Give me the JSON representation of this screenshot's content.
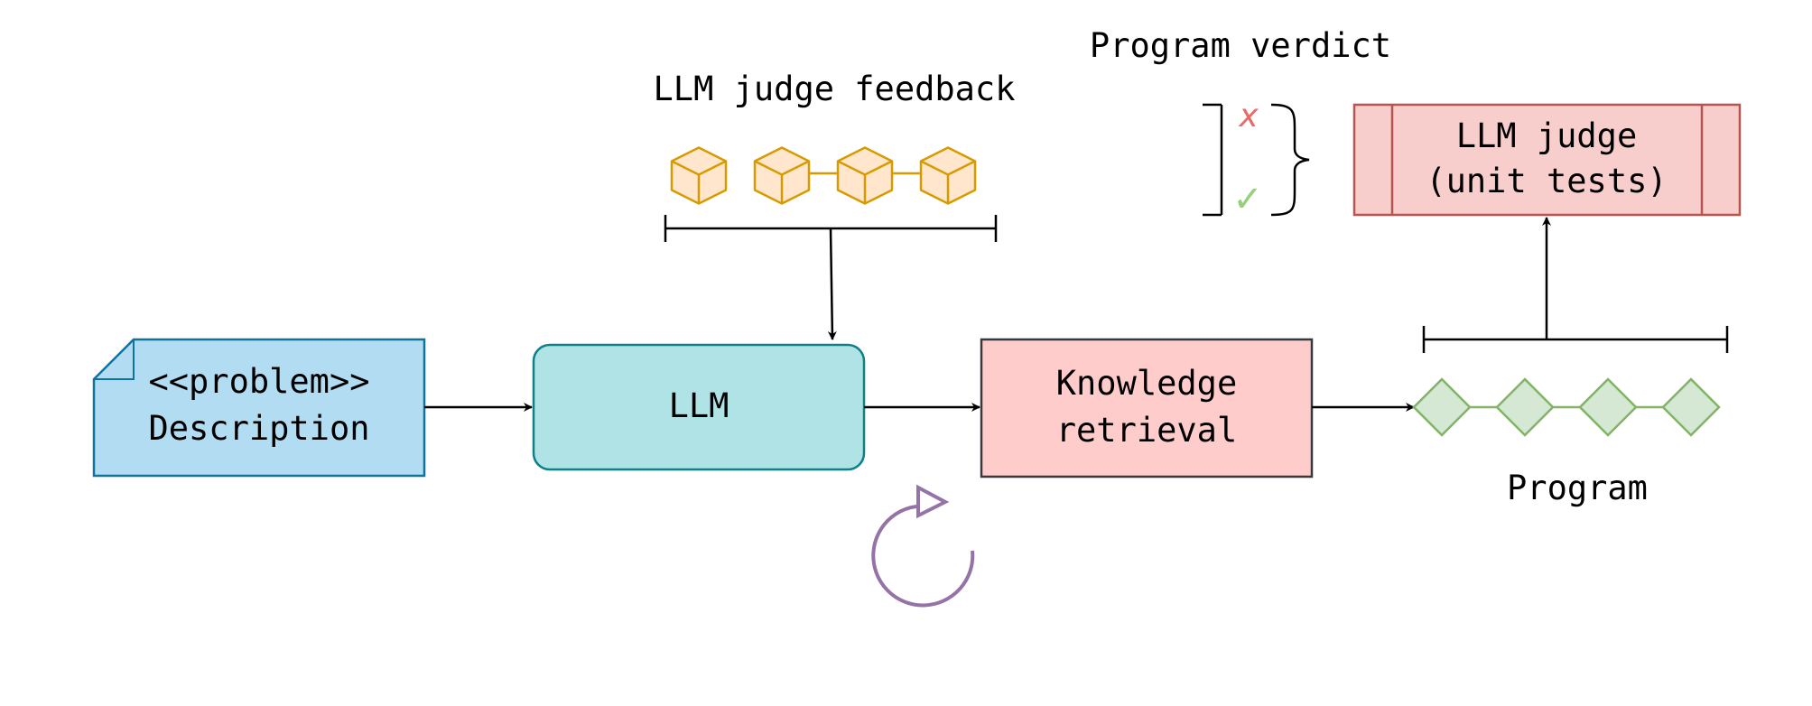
{
  "problem": {
    "line1": "<<problem>>",
    "line2": "Description"
  },
  "llm": {
    "label": "LLM"
  },
  "knowledge": {
    "line1": "Knowledge",
    "line2": "retrieval"
  },
  "feedback": {
    "title": "LLM judge feedback",
    "count": 4
  },
  "verdict": {
    "title": "Program verdict",
    "fail_mark": "x",
    "pass_mark": "✓"
  },
  "judge": {
    "line1": "LLM judge",
    "line2": "(unit tests)"
  },
  "program": {
    "label": "Program",
    "count": 4
  },
  "colors": {
    "problem_fill": "#b1dcf1",
    "problem_stroke": "#10739e",
    "llm_fill": "#b0e3e6",
    "llm_stroke": "#0e8088",
    "knowledge_fill": "#ffcccc",
    "knowledge_stroke": "#36393d",
    "judge_fill": "#f8cecc",
    "judge_stroke": "#b85450",
    "cube_fill": "#ffe6cc",
    "cube_stroke": "#d79b00",
    "diamond_fill": "#d5e8d4",
    "diamond_stroke": "#82b366",
    "loop_stroke": "#9673a6",
    "fail_color": "#ea6b66",
    "pass_color": "#97d077"
  }
}
